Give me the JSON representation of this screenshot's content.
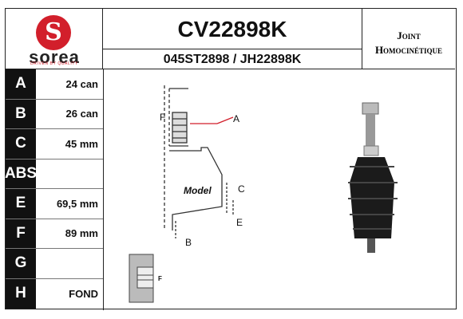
{
  "brand": {
    "name": "sorea",
    "mark_letter": "S",
    "tagline": "DRIVEN BY QUALITY",
    "color": "#d21f2b"
  },
  "header": {
    "part_number": "CV22898K",
    "alt_refs": "045ST2898 / JH22898K",
    "type_line1": "Joint",
    "type_line2": "Homocinétique"
  },
  "specs": [
    {
      "label": "A",
      "value": "24 can"
    },
    {
      "label": "B",
      "value": "26 can"
    },
    {
      "label": "C",
      "value": "45 mm"
    },
    {
      "label": "ABS",
      "value": ""
    },
    {
      "label": "E",
      "value": "69,5 mm"
    },
    {
      "label": "F",
      "value": "89 mm"
    },
    {
      "label": "G",
      "value": ""
    },
    {
      "label": "H",
      "value": "FOND"
    }
  ],
  "diagram": {
    "model_label": "Model",
    "letters": {
      "a": "A",
      "b": "B",
      "c": "C",
      "e": "E",
      "f": "F",
      "small_f": "F"
    }
  }
}
